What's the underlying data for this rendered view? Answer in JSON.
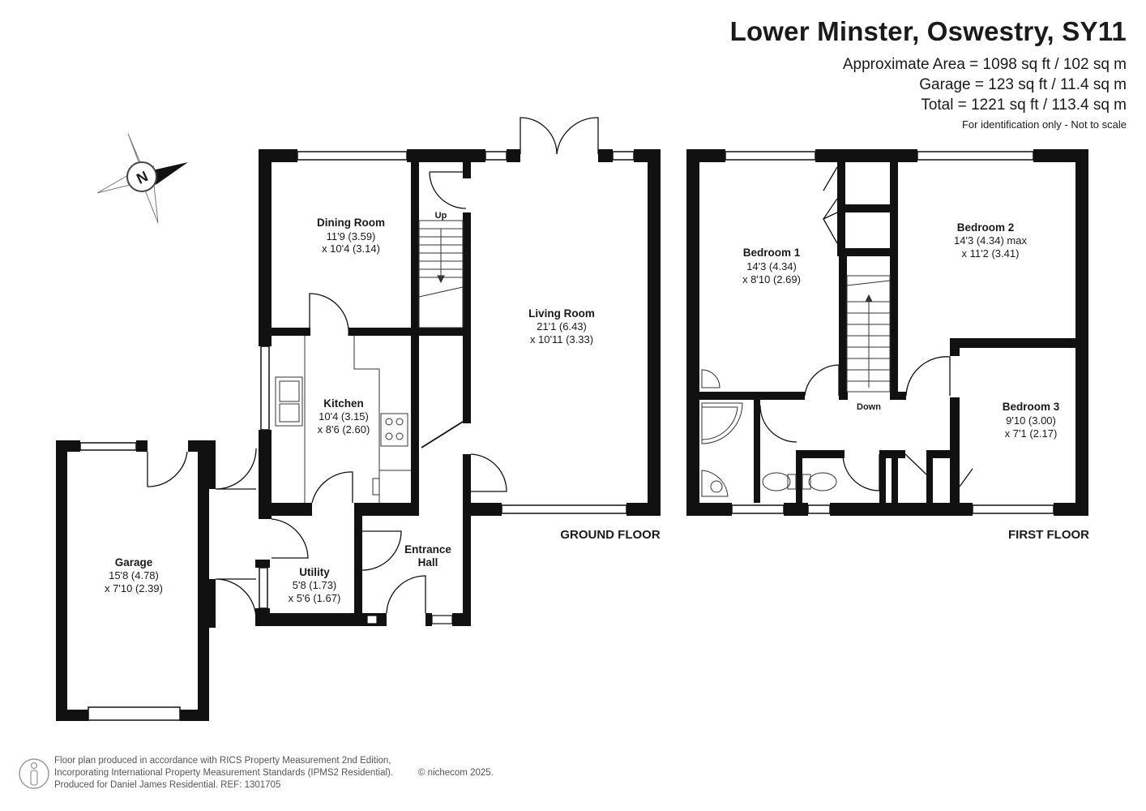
{
  "header": {
    "title": "Lower Minster, Oswestry, SY11",
    "area_main": "Approximate Area = 1098 sq ft / 102 sq m",
    "area_garage": "Garage = 123 sq ft / 11.4 sq m",
    "area_total": "Total = 1221 sq ft / 113.4 sq m",
    "disclaimer": "For identification only - Not to scale"
  },
  "compass": {
    "letter": "N",
    "icon": "compass-rose-icon"
  },
  "floors": {
    "ground": {
      "label": "GROUND FLOOR",
      "rooms": {
        "dining": {
          "name": "Dining Room",
          "dim1": "11'9 (3.59)",
          "dim2": "x 10'4 (3.14)"
        },
        "living": {
          "name": "Living Room",
          "dim1": "21'1 (6.43)",
          "dim2": "x 10'11 (3.33)"
        },
        "kitchen": {
          "name": "Kitchen",
          "dim1": "10'4 (3.15)",
          "dim2": "x 8'6 (2.60)"
        },
        "garage": {
          "name": "Garage",
          "dim1": "15'8 (4.78)",
          "dim2": "x 7'10 (2.39)"
        },
        "utility": {
          "name": "Utility",
          "dim1": "5'8 (1.73)",
          "dim2": "x 5'6 (1.67)"
        },
        "hall": {
          "name1": "Entrance",
          "name2": "Hall"
        }
      },
      "stairs_label": "Up"
    },
    "first": {
      "label": "FIRST FLOOR",
      "rooms": {
        "bedroom1": {
          "name": "Bedroom 1",
          "dim1": "14'3 (4.34)",
          "dim2": "x 8'10 (2.69)"
        },
        "bedroom2": {
          "name": "Bedroom 2",
          "dim1": "14'3 (4.34) max",
          "dim2": "x 11'2 (3.41)"
        },
        "bedroom3": {
          "name": "Bedroom 3",
          "dim1": "9'10 (3.00)",
          "dim2": "x 7'1 (2.17)"
        }
      },
      "stairs_label": "Down"
    }
  },
  "footer": {
    "line1": "Floor plan produced in accordance with RICS Property Measurement 2nd Edition,",
    "line2": "Incorporating International Property Measurement Standards (IPMS2 Residential).",
    "copyright": "© nichecom 2025.",
    "line3": "Produced for Daniel James Residential.   REF:  1301705"
  }
}
